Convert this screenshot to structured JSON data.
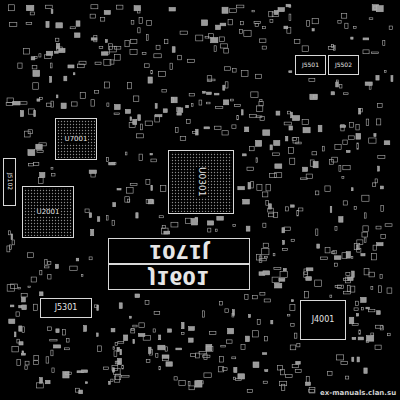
{
  "diagram": {
    "nodes": [
      {
        "text": [
          "J5501"
        ]
      },
      {
        "text": [
          "J5502"
        ]
      },
      {
        "text": [
          "U7001"
        ]
      },
      {
        "text": [
          "U0301"
        ]
      },
      {
        "text": [
          "J5102"
        ]
      },
      {
        "text": [
          "U2001"
        ]
      },
      {
        "text": [
          "J1701"
        ]
      },
      {
        "text": [
          "J1601"
        ]
      },
      {
        "text": [
          "J5301"
        ]
      },
      {
        "text": [
          "J4001"
        ]
      }
    ],
    "labels": [
      "ex-manuals.clan.su"
    ]
  }
}
